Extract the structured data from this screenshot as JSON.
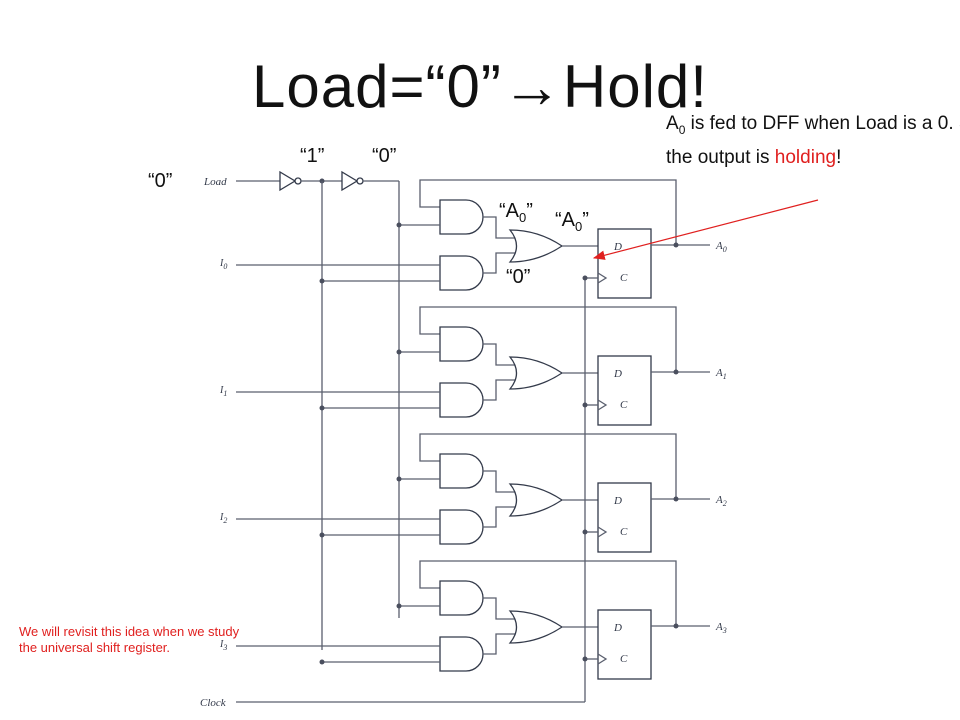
{
  "title": "Load=“0”→Hold!",
  "annotations": {
    "load_value": "“0”",
    "after_first_inverter": "“1”",
    "after_second_inverter": "“0”",
    "and_gate_input": "“0”"
  },
  "a0_label_1": {
    "open": "“A",
    "sub": "0",
    "close": "”"
  },
  "a0_label_2": {
    "open": "“A",
    "sub": "0",
    "close": "”"
  },
  "explanation": {
    "prefix": "A",
    "sub": "0",
    "text1": " is fed to DFF when Load is a 0.  So the output is ",
    "highlight": "holding",
    "text2": "!",
    "highlight_color": "#e0201f"
  },
  "note": "We will revisit this idea when we study the universal shift register.",
  "note_color": "#e0201f",
  "circuit": {
    "load_label": "Load",
    "clock_label": "Clock",
    "d_label": "D",
    "c_label": "C",
    "inputs": [
      {
        "name": "I",
        "sub": "0"
      },
      {
        "name": "I",
        "sub": "1"
      },
      {
        "name": "I",
        "sub": "2"
      },
      {
        "name": "I",
        "sub": "3"
      }
    ],
    "outputs": [
      {
        "name": "A",
        "sub": "0"
      },
      {
        "name": "A",
        "sub": "1"
      },
      {
        "name": "A",
        "sub": "2"
      },
      {
        "name": "A",
        "sub": "3"
      }
    ],
    "gate_fill": "#ffffff",
    "dff_fill": "#ffffff",
    "wire_color": "#5a5f6e",
    "arrow_color": "#e0201f"
  }
}
